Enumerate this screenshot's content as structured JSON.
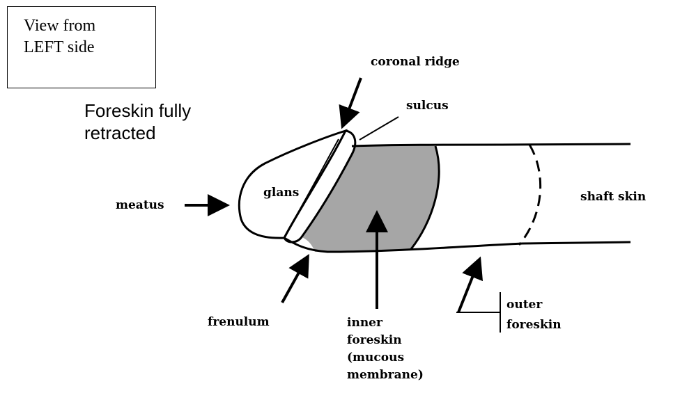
{
  "view_box": {
    "line1": "View from",
    "line2": "LEFT side"
  },
  "note": {
    "line1": "Foreskin fully",
    "line2": "retracted"
  },
  "labels": {
    "coronal_ridge": "coronal ridge",
    "sulcus": "sulcus",
    "glans": "glans",
    "meatus": "meatus",
    "shaft_skin": "shaft skin",
    "frenulum": "frenulum",
    "inner_foreskin": [
      "inner",
      "foreskin",
      "(mucous",
      "membrane)"
    ],
    "outer_foreskin": [
      "outer",
      "foreskin"
    ]
  },
  "colors": {
    "line": "#000000",
    "inner_foreskin_fill": "#a6a6a6",
    "background": "#ffffff"
  }
}
